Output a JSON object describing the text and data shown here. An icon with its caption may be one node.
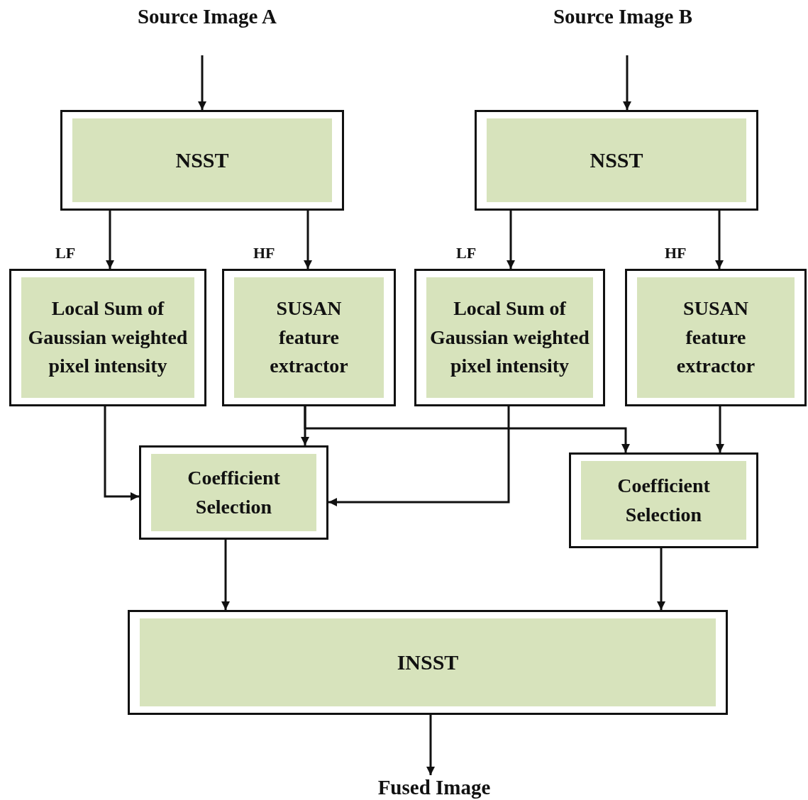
{
  "diagram": {
    "nodes": [
      {
        "text": [
          "Source Image A"
        ]
      },
      {
        "text": [
          "Source Image B"
        ]
      },
      {
        "text": [
          "NSST"
        ]
      },
      {
        "text": [
          "NSST"
        ]
      },
      {
        "text": [
          "Local Sum of Gaussian weighted pixel intensity"
        ]
      },
      {
        "text": [
          "SUSAN feature extractor"
        ]
      },
      {
        "text": [
          "Local Sum of Gaussian weighted pixel intensity"
        ]
      },
      {
        "text": [
          "SUSAN feature extractor"
        ]
      },
      {
        "text": [
          "Coefficient Selection"
        ]
      },
      {
        "text": [
          "Coefficient Selection"
        ]
      },
      {
        "text": [
          "INSST"
        ]
      },
      {
        "text": [
          "Fused Image"
        ]
      }
    ],
    "edges": [
      {
        "from": 0,
        "to": 2,
        "arrow": "to"
      },
      {
        "from": 1,
        "to": 3,
        "arrow": "to"
      },
      {
        "from": 2,
        "to": 4,
        "arrow": "to",
        "label": "LF"
      },
      {
        "from": 2,
        "to": 5,
        "arrow": "to",
        "label": "HF"
      },
      {
        "from": 3,
        "to": 6,
        "arrow": "to",
        "label": "LF"
      },
      {
        "from": 3,
        "to": 7,
        "arrow": "to",
        "label": "HF"
      },
      {
        "from": 4,
        "to": 8,
        "arrow": "to"
      },
      {
        "from": 5,
        "to": 8,
        "arrow": "to"
      },
      {
        "from": 5,
        "to": 9,
        "arrow": "to"
      },
      {
        "from": 6,
        "to": 8,
        "arrow": "to"
      },
      {
        "from": 7,
        "to": 9,
        "arrow": "to"
      },
      {
        "from": 8,
        "to": 10,
        "arrow": "to"
      },
      {
        "from": 9,
        "to": 10,
        "arrow": "to"
      },
      {
        "from": 10,
        "to": 11,
        "arrow": "to"
      }
    ]
  }
}
